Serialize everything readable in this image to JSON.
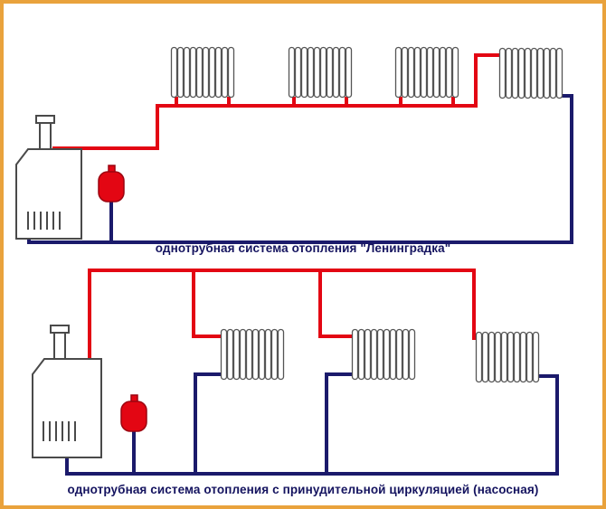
{
  "diagram": {
    "systems": [
      {
        "caption": "однотрубная система отопления \"Ленинградка\"",
        "radiators": 4,
        "components": [
          "boiler",
          "expansion-tank",
          "radiator",
          "supply-pipe",
          "return-pipe"
        ]
      },
      {
        "caption": "однотрубная система отопления с принудительной циркуляцией (насосная)",
        "radiators": 3,
        "components": [
          "boiler",
          "expansion-tank",
          "radiator",
          "supply-pipe",
          "return-pipe"
        ]
      }
    ],
    "colors": {
      "supply_pipe": "#e30613",
      "return_pipe": "#1b1a6b",
      "border": "#e9a23c",
      "expansion_tank": "#e30613",
      "background": "#ffffff",
      "outline": "#4a4a4a",
      "caption_text": "#14135f"
    }
  }
}
